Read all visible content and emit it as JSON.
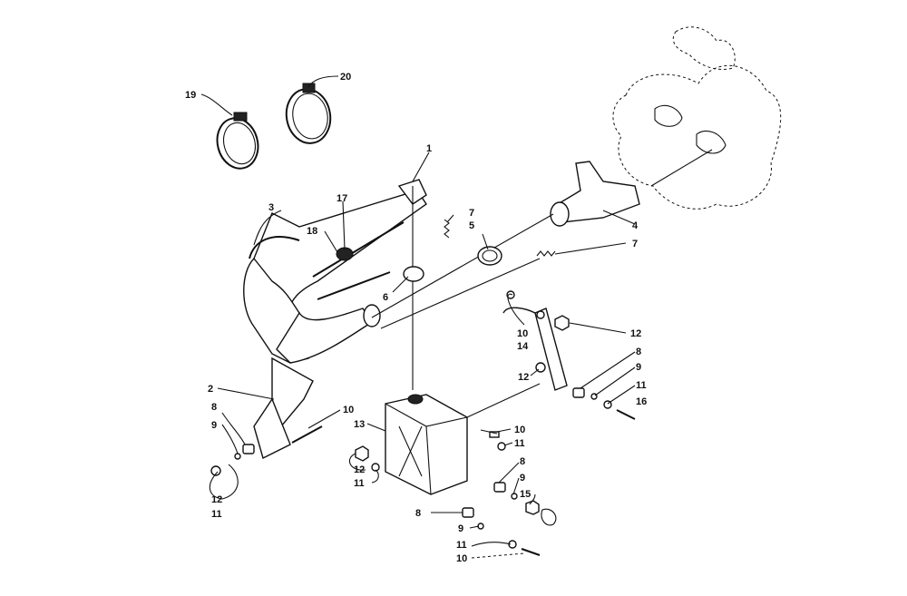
{
  "labels": {
    "l1": "1",
    "l2": "2",
    "l3": "3",
    "l4": "4",
    "l5": "5",
    "l6": "6",
    "l7a": "7",
    "l7b": "7",
    "l8a": "8",
    "l8b": "8",
    "l8c": "8",
    "l8d": "8",
    "l9a": "9",
    "l9b": "9",
    "l9c": "9",
    "l9d": "9",
    "l10a": "10",
    "l10b": "10",
    "l10c": "10",
    "l10d": "10",
    "l11a": "11",
    "l11b": "11",
    "l11c": "11",
    "l11d": "11",
    "l11e": "11",
    "l12a": "12",
    "l12b": "12",
    "l12c": "12",
    "l12d": "12",
    "l13": "13",
    "l14": "14",
    "l15": "15",
    "l16": "16",
    "l17": "17",
    "l18": "18",
    "l19": "19",
    "l20": "20"
  }
}
